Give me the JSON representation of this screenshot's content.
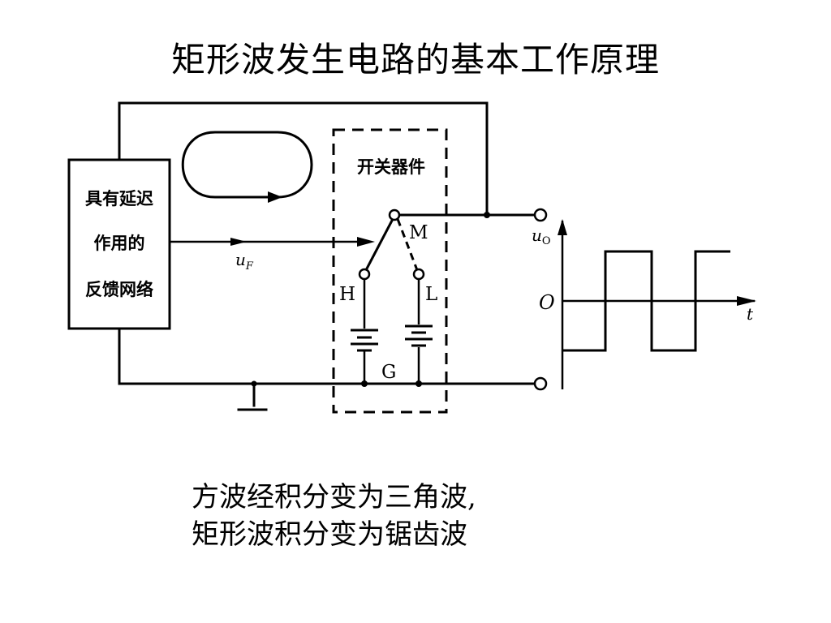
{
  "title": "矩形波发生电路的基本工作原理",
  "feedback_box": {
    "lines": [
      "具有延迟",
      "作用的",
      "反馈网络"
    ]
  },
  "switch_box": {
    "label": "开关器件"
  },
  "nodes": {
    "M": "M",
    "H": "H",
    "L": "L",
    "G": "G"
  },
  "signals": {
    "feedback": "u",
    "feedback_sub": "F",
    "output": "u",
    "output_sub": "O"
  },
  "waveform": {
    "origin": "O",
    "time_axis": "t"
  },
  "caption": {
    "line1": "方波经积分变为三角波,",
    "line2": "矩形波积分变为锯齿波"
  },
  "colors": {
    "ink": "#000000",
    "background": "#ffffff"
  }
}
